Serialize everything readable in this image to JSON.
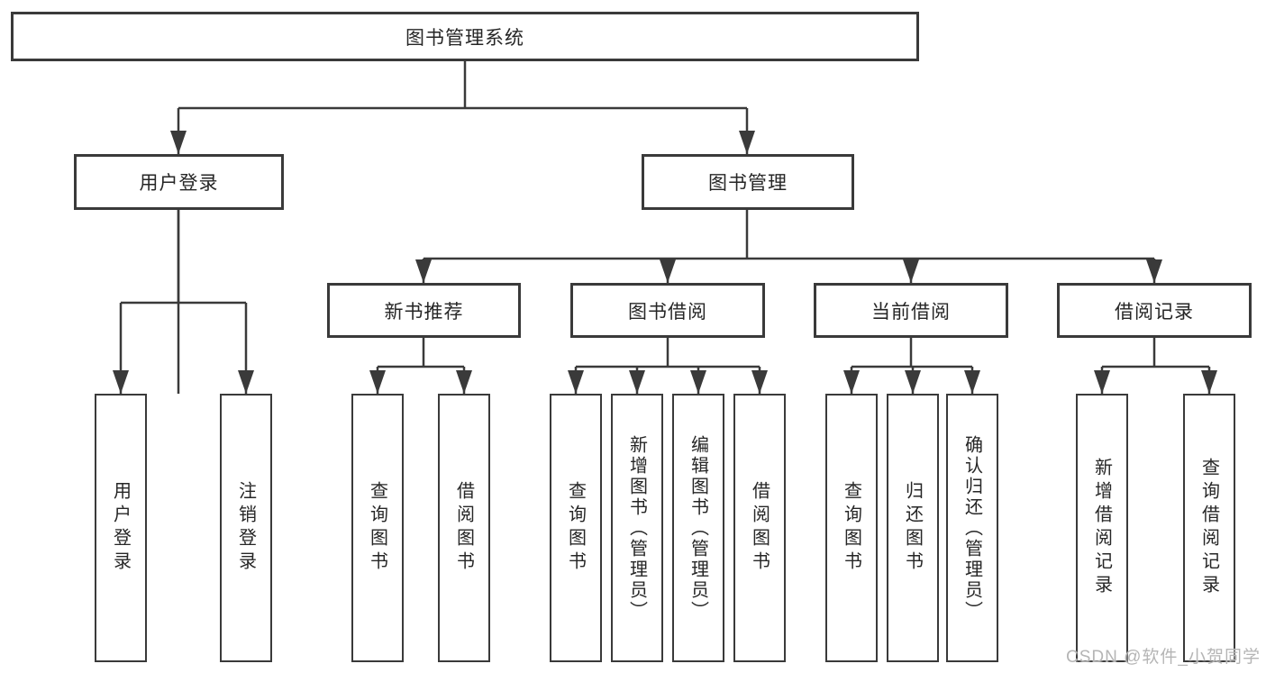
{
  "diagram": {
    "root": {
      "label": "图书管理系统"
    },
    "branches": [
      {
        "label": "用户登录",
        "children": [
          {
            "label": "用户登录"
          },
          {
            "label": "注销登录"
          }
        ]
      },
      {
        "label": "图书管理",
        "children": [
          {
            "label": "新书推荐",
            "children": [
              {
                "label": "查询图书"
              },
              {
                "label": "借阅图书"
              }
            ]
          },
          {
            "label": "图书借阅",
            "children": [
              {
                "label": "查询图书"
              },
              {
                "label": "新增图书（管理员）"
              },
              {
                "label": "编辑图书（管理员）"
              },
              {
                "label": "借阅图书"
              }
            ]
          },
          {
            "label": "当前借阅",
            "children": [
              {
                "label": "查询图书"
              },
              {
                "label": "归还图书"
              },
              {
                "label": "确认归还（管理员）"
              }
            ]
          },
          {
            "label": "借阅记录",
            "children": [
              {
                "label": "新增借阅记录"
              },
              {
                "label": "查询借阅记录"
              }
            ]
          }
        ]
      }
    ]
  },
  "watermark": {
    "text": "CSDN @软件_小贺同学"
  },
  "colors": {
    "line": "#3a3a3a",
    "text": "#262626",
    "background": "#ffffff",
    "watermark": "#b5b5b5"
  }
}
